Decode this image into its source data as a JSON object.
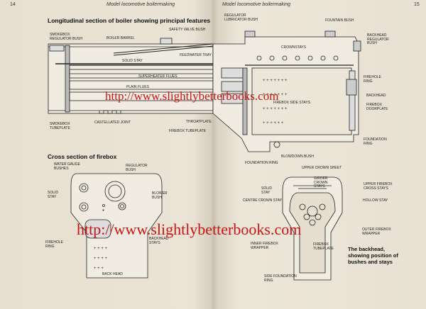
{
  "left_page": {
    "number": "14",
    "running_head": "Model locomotive boilermaking"
  },
  "right_page": {
    "number": "15",
    "running_head": "Model locomotive boilermaking"
  },
  "titles": {
    "longitudinal": "Longitudinal section of boiler showing principal features",
    "cross": "Cross section of firebox"
  },
  "labels": {
    "smokebox_reg": "SMOKEBOX\nREGULATOR BUSH",
    "boiler_barrel": "BOILER BARREL",
    "safety_valve": "SAFETY VALVE BUSH",
    "feedwater": "FEEDWATER TRAY",
    "solid_stay": "SOLID STAY",
    "superheater": "SUPERHEATER FLUES",
    "plain_flues": "PLAIN FLUES",
    "smokebox_tube": "SMOKEBOX\nTUBEPLATE",
    "castellated": "CASTELLATED JOINT",
    "throatplate": "THROATPLATE",
    "firebox_tube": "FIREBOX TUBEPLATE",
    "reg_lub": "REGULATOR\nLUBRICATOR BUSH",
    "fountain": "FOUNTAIN BUSH",
    "backhead_reg": "BACKHEAD\nREGULATOR\nBUSH",
    "crownstays": "CROWNSTAYS",
    "firehole_ring": "FIREHOLE\nRING",
    "firebox_side": "FIREBOX SIDE STAYS",
    "backhead": "BACKHEAD",
    "firebox_door": "FIREBOX\nDOORPLATE",
    "foundation_ring": "FOUNDATION\nRING",
    "blowdown": "BLOWDOWN BUSH",
    "foundation_ring2": "FOUNDATION RING",
    "water_gauge": "WATER GAUGE\nBUSHES",
    "regulator_bush": "REGULATOR\nBUSH",
    "solid_stay2": "SOLID\nSTAY",
    "blower": "BLOWER\nBUSH",
    "firehole_ring2": "FIREHOLE\nRING",
    "backhead_stays": "BACKHEAD\nSTAYS",
    "back_head": "BACK HEAD",
    "upper_crown": "UPPER CROWN SHEET",
    "girder": "GIRDER\nCROWN\nSTAYS",
    "solid_stay3": "SOLID\nSTAY",
    "centre_crown": "CENTRE CROWN STAY",
    "upper_firebox_cross": "UPPER FIREBOX\nCROSS STAYS",
    "hollow_stay": "HOLLOW STAY",
    "outer_wrapper": "OUTER FIREBOX\nWRAPPER",
    "inner_wrapper": "INNER FIREBOX\nWRAPPER",
    "firebox_tubeplate2": "FIREBOX\nTUBEPLATE",
    "side_foundation": "SIDE FOUNDATION\nRING"
  },
  "caption": "The backhead, showing position of bushes and stays",
  "watermarks": [
    "http://www.slightlybetterbooks.com",
    "http://www.slightlybetterbooks.com"
  ]
}
